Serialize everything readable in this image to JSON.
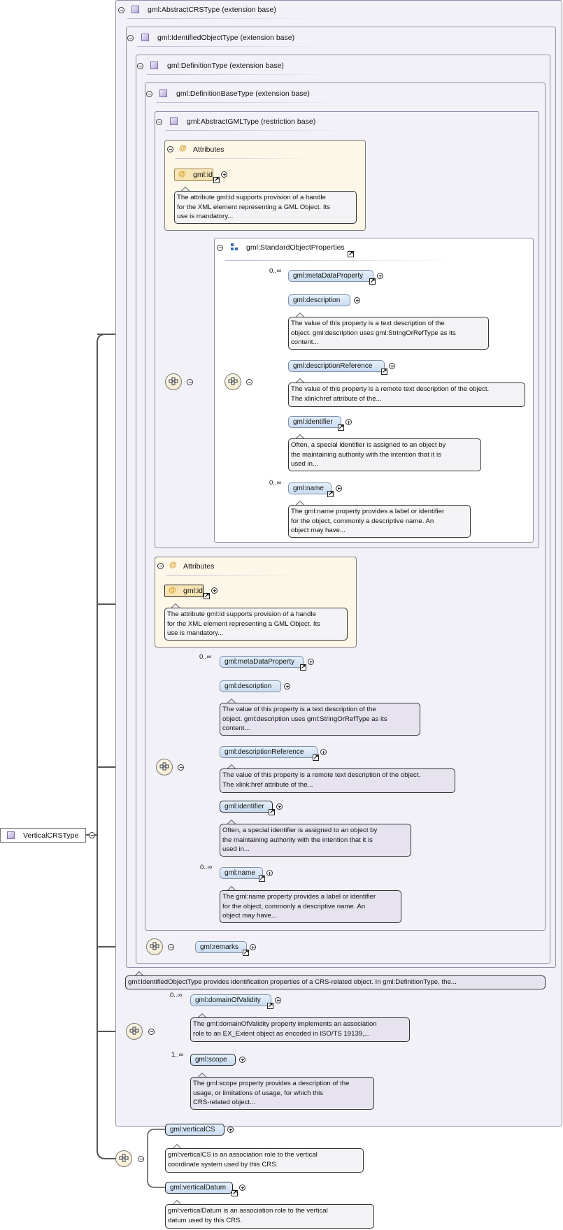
{
  "root": {
    "label": "VerticalCRSType"
  },
  "bases": {
    "abstract_crs": "gml:AbstractCRSType (extension base)",
    "identified_object": "gml:IdentifiedObjectType (extension base)",
    "definition": "gml:DefinitionType (extension base)",
    "definition_base": "gml:DefinitionBaseType (extension base)",
    "abstract_gml": "gml:AbstractGMLType (restriction base)"
  },
  "attributes_label": "Attributes",
  "gml_id": {
    "label": "gml:id",
    "doc": [
      "The attribute gml:id supports provision of a handle",
      "for the XML element representing a GML Object. Its",
      "use is mandatory..."
    ]
  },
  "standard_object_properties": {
    "label": "gml:StandardObjectProperties"
  },
  "properties": {
    "metadata": {
      "label": "gml:metaDataProperty",
      "mult": "0..∞"
    },
    "description": {
      "label": "gml:description",
      "doc": [
        "The value of this property is a text description of the",
        "object. gml:description uses gml:StringOrRefType as its",
        "content..."
      ]
    },
    "description_reference": {
      "label": "gml:descriptionReference",
      "doc": [
        "The value of this property is a remote text description of the object.",
        "The xlink:href attribute of the..."
      ]
    },
    "identifier": {
      "label": "gml:identifier",
      "doc": [
        "Often, a special identifier is assigned to an object by",
        "the maintaining authority with the intention that it is",
        "used in..."
      ]
    },
    "name": {
      "label": "gml:name",
      "mult": "0..∞",
      "doc": [
        "The gml:name property provides a label or identifier",
        "for the object, commonly a descriptive name. An",
        "object may have..."
      ]
    }
  },
  "remarks": {
    "label": "gml:remarks"
  },
  "identified_object_doc": "gml:IdentifiedObjectType provides identification properties of a CRS-related object. In gml:DefinitionType, the...",
  "domain_of_validity": {
    "label": "gml:domainOfValidity",
    "mult": "0..∞",
    "doc": [
      "The gml:domainOfValidity property implements an association",
      "role to an EX_Extent object as encoded in ISO/TS 19139,..."
    ]
  },
  "scope": {
    "label": "gml:scope",
    "mult": "1..∞",
    "doc": [
      "The gml:scope property provides a description of the",
      "usage, or limitations of usage, for which this",
      "CRS-related object..."
    ]
  },
  "vertical_cs": {
    "label": "gml:verticalCS",
    "doc": [
      "gml:verticalCS is an association role to the vertical",
      "coordinate system used by this CRS."
    ]
  },
  "vertical_datum": {
    "label": "gml:verticalDatum",
    "doc": [
      "gml:verticalDatum is an association role to the vertical",
      "datum used by this CRS."
    ]
  }
}
